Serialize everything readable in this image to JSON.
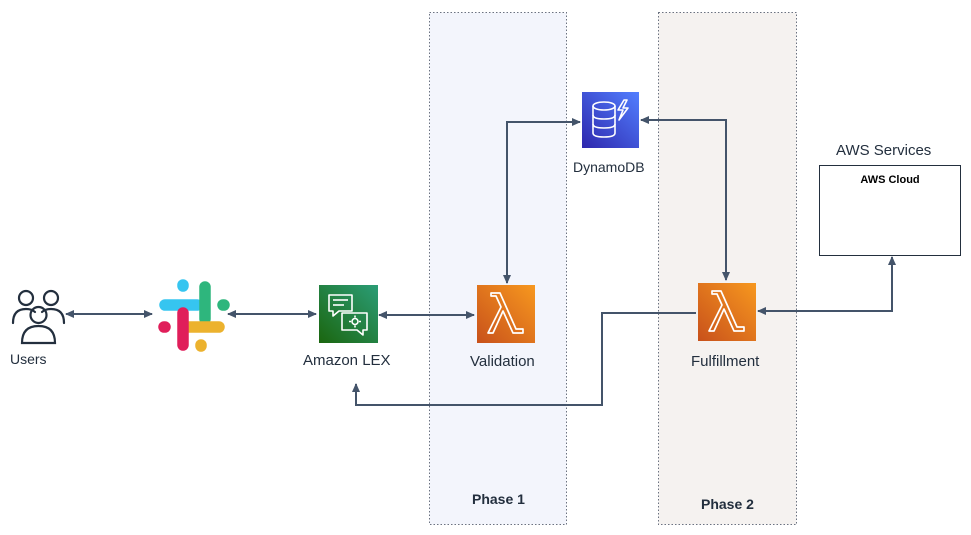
{
  "nodes": {
    "users": {
      "label": "Users",
      "icon": "users-icon"
    },
    "slack": {
      "icon": "slack-logo-icon"
    },
    "lex": {
      "label": "Amazon LEX",
      "icon": "amazon-lex-icon",
      "color": "#1b7f5f"
    },
    "validation": {
      "label": "Validation",
      "icon": "lambda-icon",
      "color": "#e8761a"
    },
    "dynamodb": {
      "label": "DynamoDB",
      "icon": "dynamodb-icon",
      "color": "#3b48cc"
    },
    "fulfillment": {
      "label": "Fulfillment",
      "icon": "lambda-icon",
      "color": "#e8761a"
    },
    "aws_services": {
      "label": "AWS Services",
      "box_label": "AWS Cloud"
    }
  },
  "groups": {
    "phase1": {
      "label": "Phase 1",
      "color": "#f3f5fc"
    },
    "phase2": {
      "label": "Phase 2",
      "color": "#f5f2f0"
    }
  },
  "edges": [
    {
      "from": "users",
      "to": "slack",
      "direction": "both"
    },
    {
      "from": "slack",
      "to": "lex",
      "direction": "both"
    },
    {
      "from": "lex",
      "to": "validation",
      "direction": "both"
    },
    {
      "from": "validation",
      "to": "dynamodb",
      "direction": "both"
    },
    {
      "from": "fulfillment",
      "to": "dynamodb",
      "direction": "both"
    },
    {
      "from": "fulfillment",
      "to": "aws_services",
      "direction": "both"
    },
    {
      "from": "fulfillment",
      "to": "lex",
      "direction": "to"
    }
  ],
  "colors": {
    "line": "#44546a",
    "text": "#232f3e"
  }
}
